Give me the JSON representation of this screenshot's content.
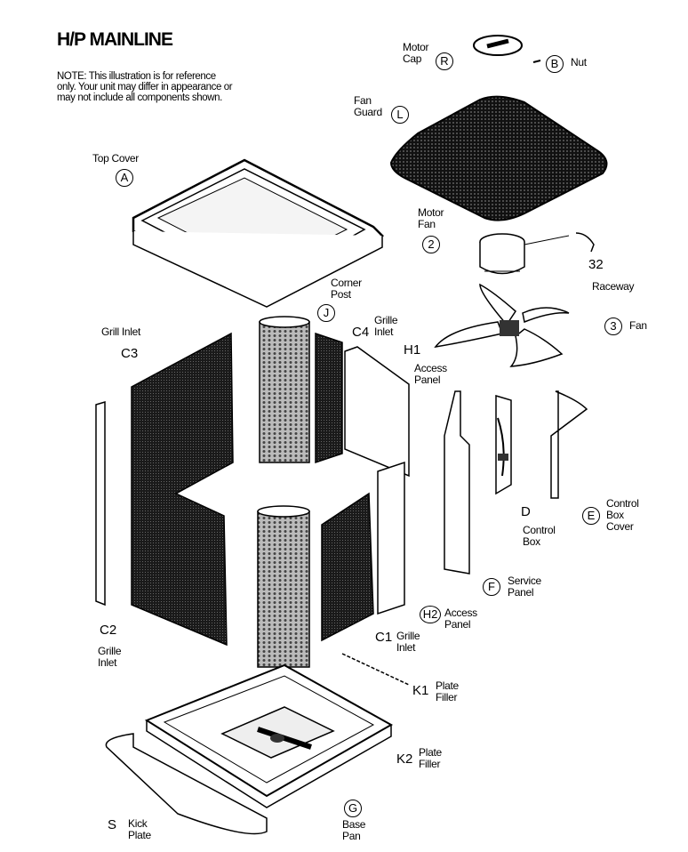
{
  "title": "H/P MAINLINE",
  "note": "NOTE: This illustration is for reference only. Your unit may differ in appearance or may not include all components shown.",
  "parts": {
    "R": {
      "callout": "R",
      "label": "Motor Cap"
    },
    "B": {
      "callout": "B",
      "label": "Nut"
    },
    "L": {
      "callout": "L",
      "label": "Fan Guard"
    },
    "A": {
      "callout": "A",
      "label": "Top Cover"
    },
    "M2": {
      "callout": "2",
      "label": "Motor Fan"
    },
    "R32": {
      "callout": "32",
      "label": "Raceway"
    },
    "J": {
      "callout": "J",
      "label": "Corner Post"
    },
    "C4": {
      "callout": "C4",
      "label": "Grille Inlet"
    },
    "C3": {
      "callout": "C3",
      "label": "Grill Inlet"
    },
    "H1": {
      "callout": "H1",
      "label": "Access Panel"
    },
    "F3": {
      "callout": "3",
      "label": "Fan"
    },
    "D": {
      "callout": "D",
      "label": "Control Box"
    },
    "E": {
      "callout": "E",
      "label": "Control Box Cover"
    },
    "F": {
      "callout": "F",
      "label": "Service Panel"
    },
    "H2": {
      "callout": "H2",
      "label": "Access Panel"
    },
    "C2": {
      "callout": "C2",
      "label": "Grille Inlet"
    },
    "C1": {
      "callout": "C1",
      "label": "Grille Inlet"
    },
    "K1": {
      "callout": "K1",
      "label": "Plate Filler"
    },
    "K2": {
      "callout": "K2",
      "label": "Plate Filler"
    },
    "S": {
      "callout": "S",
      "label": "Kick Plate"
    },
    "G": {
      "callout": "G",
      "label": "Base Pan"
    }
  }
}
